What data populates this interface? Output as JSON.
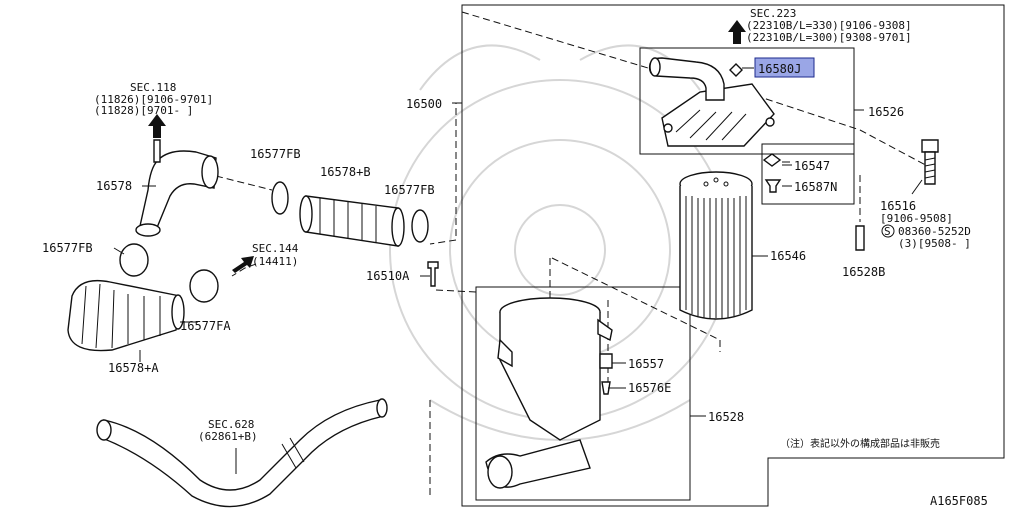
{
  "figure_code": "A165F085",
  "note": "（注）表記以外の構成部品は非販売",
  "highlighted_part": "16580J",
  "colors": {
    "highlight_fill": "#9aa6e6",
    "highlight_stroke": "#1c2a8c",
    "line": "#111111"
  },
  "parts": {
    "p16500": "16500",
    "p16526": "16526",
    "p16580J": "16580J",
    "p16547": "16547",
    "p16587N": "16587N",
    "p16546": "16546",
    "p16528": "16528",
    "p16528B": "16528B",
    "p16557": "16557",
    "p16576E": "16576E",
    "p16510A": "16510A",
    "p16578": "16578",
    "p16578B": "16578+B",
    "p16578A": "16578+A",
    "p16577FB_a": "16577FB",
    "p16577FB_b": "16577FB",
    "p16577FB_c": "16577FB",
    "p16577FA": "16577FA",
    "p16516": "16516",
    "p16516_l1": "[9106-9508]",
    "p16516_l2": "08360-5252D",
    "p16516_l3": "(3)[9508-  ]",
    "bolt_symbol": "S"
  },
  "sections": {
    "sec223": {
      "title": "SEC.223",
      "l1": "(22310B/L=330)[9106-9308]",
      "l2": "(22310B/L=300)[9308-9701]"
    },
    "sec118": {
      "title": "SEC.118",
      "l1": "(11826)[9106-9701]",
      "l2": "(11828)[9701-    ]"
    },
    "sec144": {
      "title": "SEC.144",
      "l1": "(14411)"
    },
    "sec628": {
      "title": "SEC.628",
      "l1": "(62861+B)"
    }
  }
}
